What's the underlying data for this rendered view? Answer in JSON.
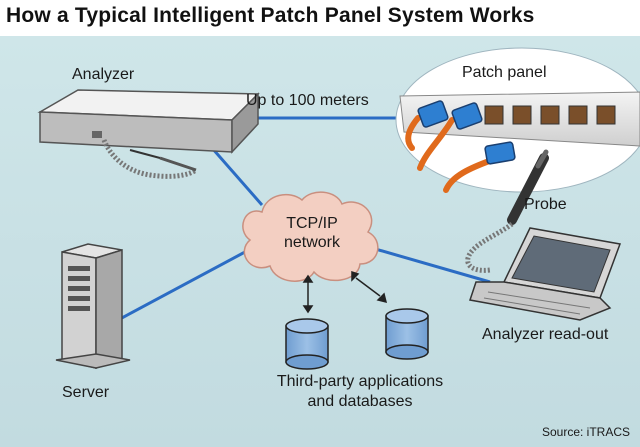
{
  "title": "How a Typical Intelligent Patch Panel System Works",
  "labels": {
    "analyzer": "Analyzer",
    "distance": "Up to 100 meters",
    "patch_panel": "Patch panel",
    "network_line1": "TCP/IP",
    "network_line2": "network",
    "probe": "Probe",
    "server": "Server",
    "analyzer_readout": "Analyzer read-out",
    "third_party_line1": "Third-party applications",
    "third_party_line2": "and databases"
  },
  "source": "Source: iTRACS",
  "colors": {
    "background": "#c9e0e4",
    "cloud": "#f3cfc2",
    "link": "#2b6cc4",
    "cable": "#e06a1c",
    "plug": "#2e7fd1",
    "database": "#86aedb"
  }
}
